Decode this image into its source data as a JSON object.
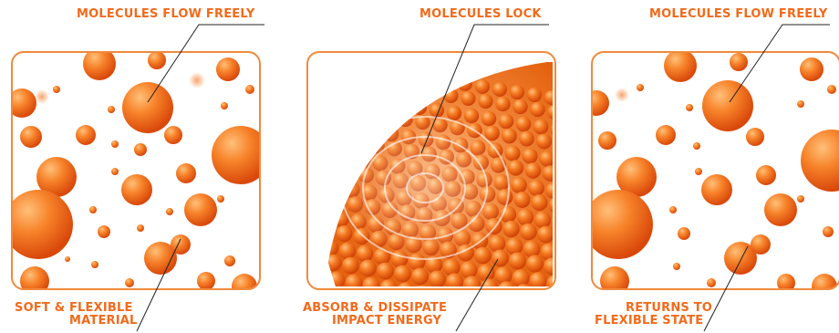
{
  "panels": [
    {
      "top_label": "MOLECULES FLOW FREELY",
      "bottom_label_line1": "SOFT & FLEXIBLE",
      "bottom_label_line2": "MATERIAL"
    },
    {
      "top_label": "MOLECULES LOCK",
      "bottom_label_line1": "ABSORB & DISSIPATE",
      "bottom_label_line2": "IMPACT ENERGY"
    },
    {
      "top_label": "MOLECULES FLOW FREELY",
      "bottom_label_line1": "RETURNS TO",
      "bottom_label_line2": "FLEXIBLE STATE"
    }
  ],
  "colors": {
    "accent": "#f26a1b",
    "frame": "#f08a3c",
    "sphere_light": "#ffb36b",
    "sphere_dark": "#e2500a"
  }
}
